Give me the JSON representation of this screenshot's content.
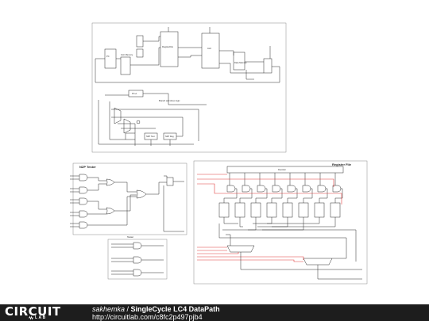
{
  "diagram": {
    "top": {
      "labels": {
        "alu": "ALU",
        "regfile_mid": "RegisterFile",
        "pc": "PC",
        "pc_plus_one": "PC+1",
        "branch_logic": "Branch and dmux logic",
        "nzp_test": "NZP Test",
        "nzp_reg": "NZP Reg",
        "data_memory": "Data Memory",
        "imem": "Instr Memory"
      }
    },
    "nzp_tester": {
      "title": "NZP Tester"
    },
    "register_file": {
      "title": "Register File",
      "decoder": "Decoder"
    },
    "tester": {
      "title": "Tester"
    }
  },
  "footer": {
    "logo_top": "CIRCUIT",
    "logo_bottom": "LAB",
    "author": "sakhemka",
    "separator": " / ",
    "title": "SingleCycle LC4 DataPath",
    "url": "http://circuitlab.com/c8fc2p497pjb4"
  },
  "colors": {
    "wire": "#2a2a2a",
    "highlight_wire": "#e03a3a",
    "frame": "#888888",
    "footer_bg": "#1d1d1d"
  }
}
